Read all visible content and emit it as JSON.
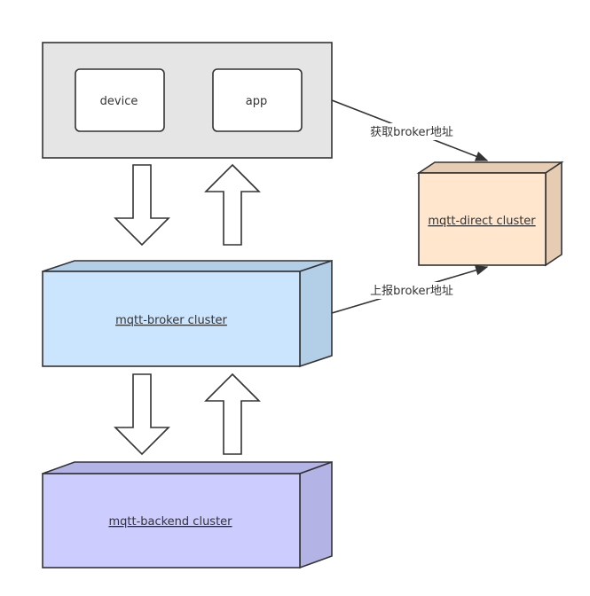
{
  "client_group": {
    "device_label": "device",
    "app_label": "app",
    "fill": "#e5e5e5"
  },
  "broker_cluster": {
    "label": "mqtt-broker cluster",
    "front_fill": "#cce5ff",
    "side_fill": "#b3cfe8"
  },
  "backend_cluster": {
    "label": "mqtt-backend cluster",
    "front_fill": "#ccccff",
    "side_fill": "#b3b3e6"
  },
  "direct_cluster": {
    "label": "mqtt-direct cluster",
    "front_fill": "#ffe6cc",
    "side_fill": "#e6ccb3"
  },
  "edges": {
    "fetch_label": "获取broker地址",
    "report_label": "上报broker地址"
  },
  "colors": {
    "stroke": "#333333",
    "arrow_fill": "#ffffff"
  }
}
